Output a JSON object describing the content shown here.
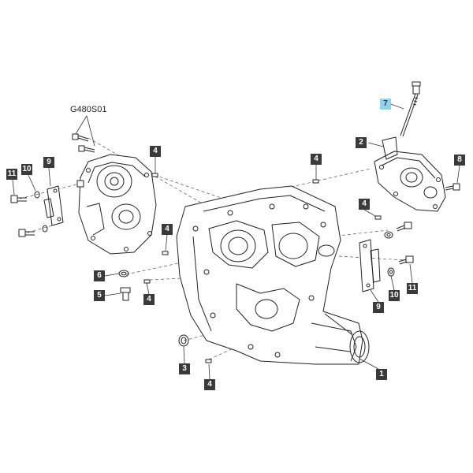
{
  "diagram": {
    "group_code": "G480S01",
    "highlight_color": "#8fd3ee",
    "callout_color": "#3a3a3a",
    "callouts": [
      {
        "id": "c1",
        "label": "1"
      },
      {
        "id": "c2",
        "label": "2"
      },
      {
        "id": "c3",
        "label": "3"
      },
      {
        "id": "c4a",
        "label": "4"
      },
      {
        "id": "c4b",
        "label": "4"
      },
      {
        "id": "c4c",
        "label": "4"
      },
      {
        "id": "c4d",
        "label": "4"
      },
      {
        "id": "c4e",
        "label": "4"
      },
      {
        "id": "c4f",
        "label": "4"
      },
      {
        "id": "c5",
        "label": "5"
      },
      {
        "id": "c6",
        "label": "6"
      },
      {
        "id": "c7",
        "label": "7",
        "highlighted": true
      },
      {
        "id": "c8",
        "label": "8"
      },
      {
        "id": "c9a",
        "label": "9"
      },
      {
        "id": "c9b",
        "label": "9"
      },
      {
        "id": "c10a",
        "label": "10"
      },
      {
        "id": "c10b",
        "label": "10"
      },
      {
        "id": "c11a",
        "label": "11"
      },
      {
        "id": "c11b",
        "label": "11"
      }
    ]
  }
}
